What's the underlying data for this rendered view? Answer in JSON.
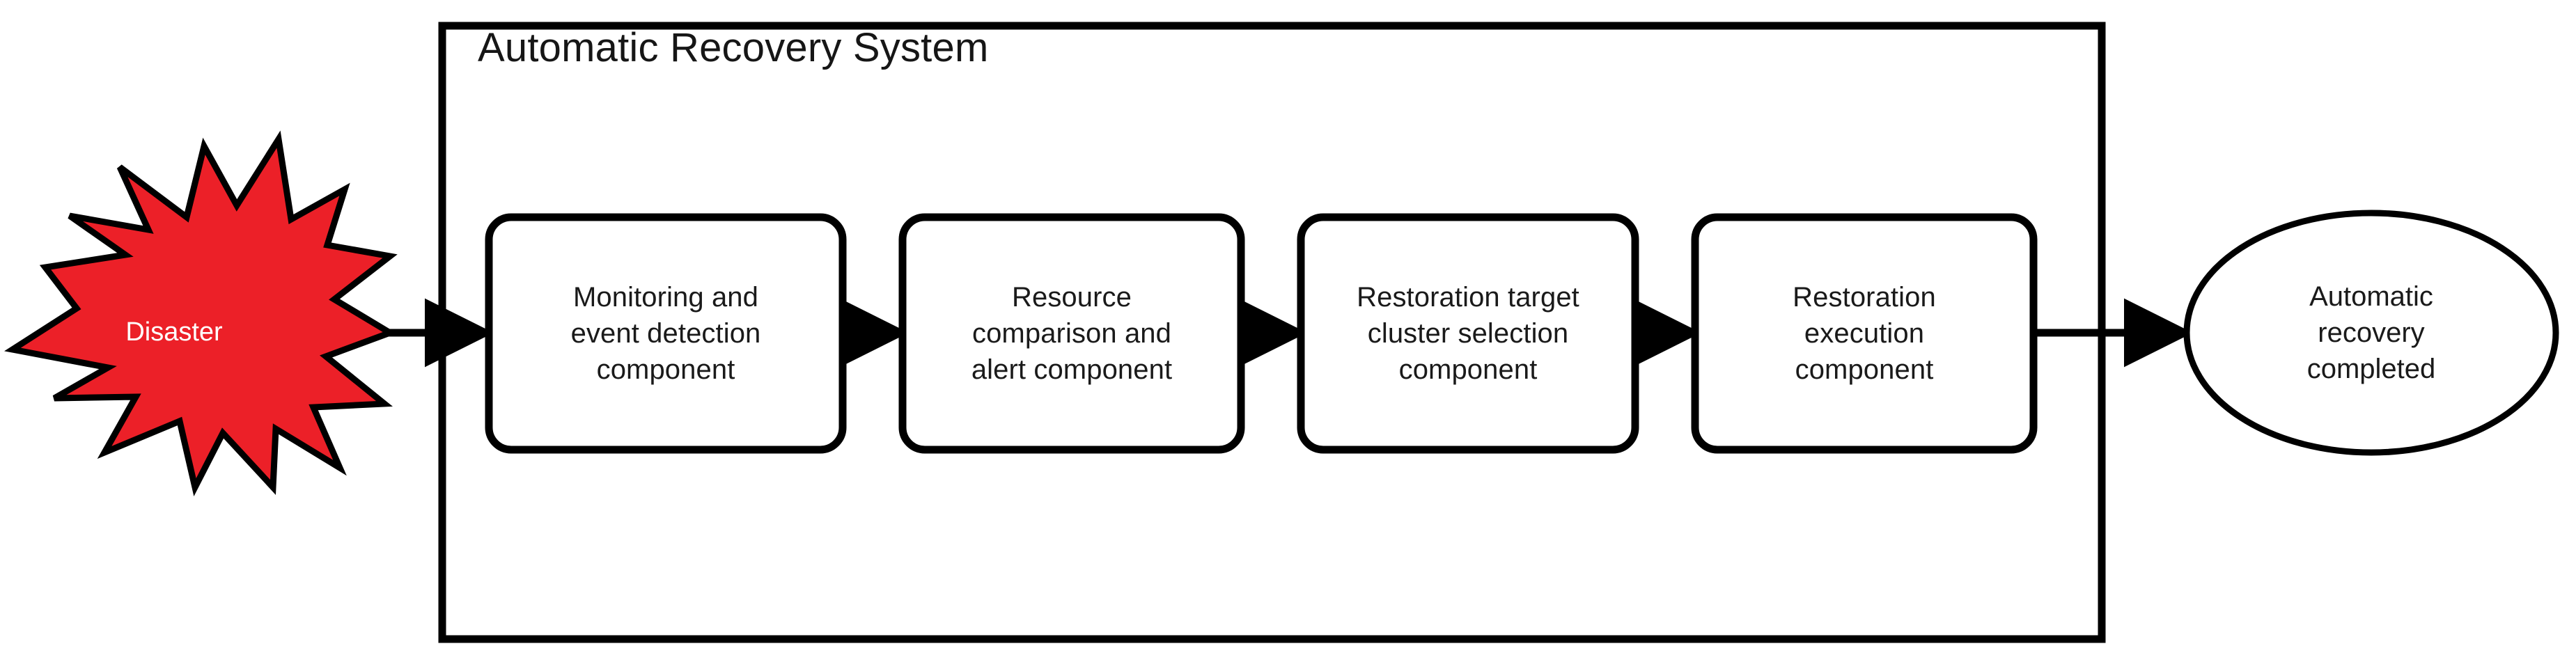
{
  "diagram": {
    "type": "flowchart",
    "orientation": "left-to-right",
    "background_color": "#ffffff",
    "stroke_color": "#000000",
    "text_color": "#1a1a1a"
  },
  "trigger": {
    "shape": "starburst",
    "label": "Disaster",
    "fill_color": "#ec2028",
    "text_color": "#ffffff",
    "stroke_color": "#000000"
  },
  "container": {
    "title": "Automatic Recovery System",
    "shape": "rectangle",
    "stroke_color": "#000000",
    "fill_color": "#ffffff"
  },
  "steps": [
    {
      "index": 1,
      "shape": "rounded-rectangle",
      "label": "Monitoring and\nevent detection\ncomponent",
      "lines": [
        "Monitoring and",
        "event detection",
        "component"
      ]
    },
    {
      "index": 2,
      "shape": "rounded-rectangle",
      "label": "Resource\ncomparison and\nalert component",
      "lines": [
        "Resource",
        "comparison and",
        "alert component"
      ]
    },
    {
      "index": 3,
      "shape": "rounded-rectangle",
      "label": "Restoration target\ncluster selection\ncomponent",
      "lines": [
        "Restoration target",
        "cluster selection",
        "component"
      ]
    },
    {
      "index": 4,
      "shape": "rounded-rectangle",
      "label": "Restoration\nexecution\ncomponent",
      "lines": [
        "Restoration",
        "execution",
        "component"
      ]
    }
  ],
  "outcome": {
    "shape": "ellipse",
    "label": "Automatic\nrecovery\ncompleted",
    "lines": [
      "Automatic",
      "recovery",
      "completed"
    ],
    "stroke_color": "#000000",
    "fill_color": "#ffffff"
  },
  "connectors": [
    {
      "name": "disaster-to-step1",
      "from": "Disaster",
      "to": "Monitoring and event detection component",
      "arrowhead": "filled-triangle"
    },
    {
      "name": "step1-to-step2",
      "from": "Monitoring and event detection component",
      "to": "Resource comparison and alert component",
      "arrowhead": "filled-triangle"
    },
    {
      "name": "step2-to-step3",
      "from": "Resource comparison and alert component",
      "to": "Restoration target cluster selection component",
      "arrowhead": "filled-triangle"
    },
    {
      "name": "step3-to-step4",
      "from": "Restoration target cluster selection component",
      "to": "Restoration execution component",
      "arrowhead": "filled-triangle"
    },
    {
      "name": "step4-to-outcome",
      "from": "Restoration execution component",
      "to": "Automatic recovery completed",
      "arrowhead": "filled-triangle"
    }
  ]
}
